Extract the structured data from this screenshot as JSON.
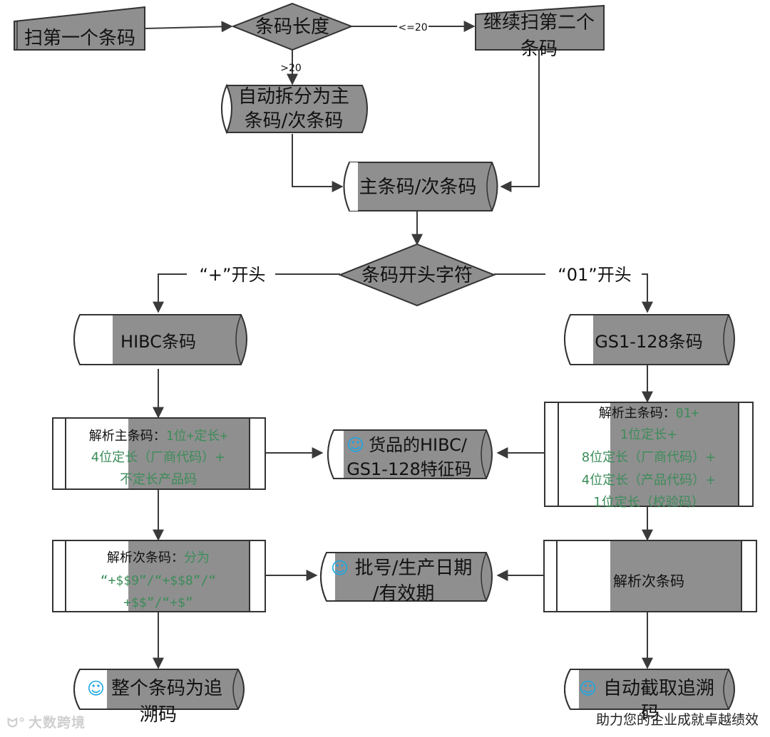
{
  "colors": {
    "fill": "#8f8f8f",
    "stroke": "#333333",
    "line": "#3a3a3a",
    "green_text": "#3d8c5a",
    "smiley": "#1aa7e6",
    "watermark": "#cfcfcf"
  },
  "nodes": {
    "scan_first": "扫第一个条码",
    "length_check": "条码长度",
    "scan_second": [
      "继续扫第二个",
      "条码"
    ],
    "auto_split": [
      "自动拆分为主",
      "条码/次条码"
    ],
    "main_sub": "主条码/次条码",
    "prefix_check": "条码开头字符",
    "hibc": "HIBC条码",
    "gs1": "GS1-128条码",
    "parse_main_hibc": {
      "prefix": "解析主条码：",
      "lines": [
        "1位+定长+",
        "4位定长（厂商代码）+",
        "不定长产品码"
      ]
    },
    "parse_main_gs1": {
      "prefix": "解析主条码：",
      "lines": [
        "01+",
        "1位定长+",
        "8位定长（厂商代码）+",
        "4位定长（产品代码）+",
        "1位定长（校验码）"
      ]
    },
    "feature_code": [
      "货品的HIBC/",
      "GS1-128特征码"
    ],
    "parse_sub_hibc": {
      "prefix": "解析次条码：",
      "lines": [
        "分为",
        "“+$$9”/“+$$8”/“",
        "+$$”/“+$”"
      ]
    },
    "parse_sub_gs1": "解析次条码",
    "batch": [
      "批号/生产日期",
      "/有效期"
    ],
    "whole_trace": [
      "整个条码为追",
      "溯码"
    ],
    "auto_trace": [
      "自动截取追溯",
      "码"
    ]
  },
  "edges": {
    "le20": "<=20",
    "gt20": ">20",
    "plus_start": "“+”开头",
    "zero_one_start": "“01”开头"
  },
  "footer": {
    "watermark": "大数跨境",
    "slogan": "助力您的企业成就卓越绩效"
  }
}
